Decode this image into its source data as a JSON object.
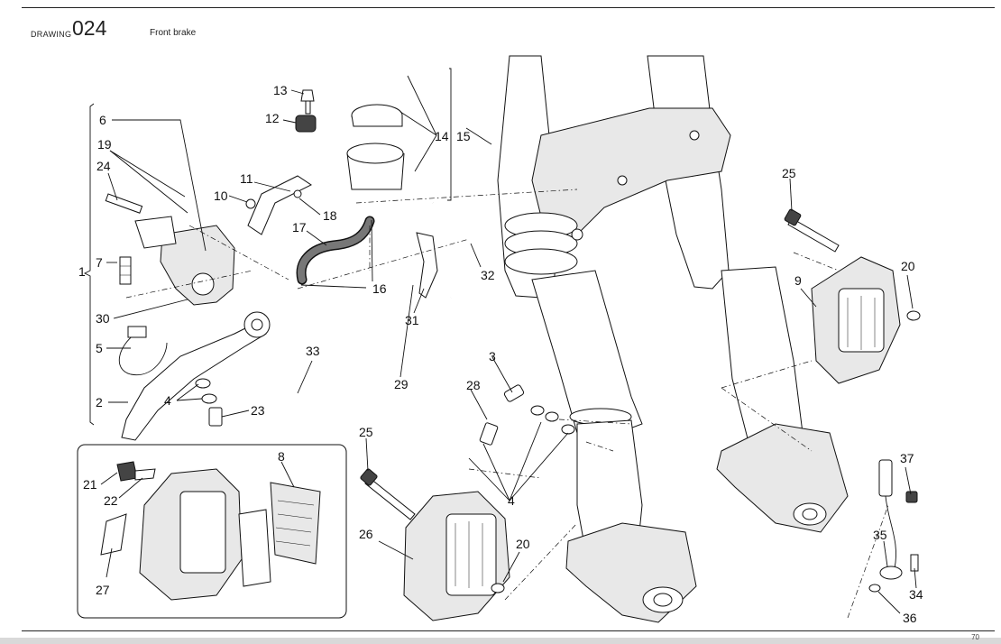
{
  "header": {
    "drawing_label": "DRAWING",
    "drawing_number": "024",
    "title": "Front brake"
  },
  "footer": {
    "page_number": "70"
  },
  "callouts": {
    "c1": "1",
    "c2": "2",
    "c3": "3",
    "c4a": "4",
    "c4b": "4",
    "c5": "5",
    "c6": "6",
    "c7": "7",
    "c8": "8",
    "c9": "9",
    "c10": "10",
    "c11": "11",
    "c12": "12",
    "c13": "13",
    "c14": "14",
    "c15": "15",
    "c16": "16",
    "c17": "17",
    "c18": "18",
    "c19": "19",
    "c20a": "20",
    "c20b": "20",
    "c21": "21",
    "c22": "22",
    "c23": "23",
    "c24": "24",
    "c25a": "25",
    "c25b": "25",
    "c26": "26",
    "c27": "27",
    "c28": "28",
    "c29": "29",
    "c30": "30",
    "c31": "31",
    "c32": "32",
    "c33": "33",
    "c34": "34",
    "c35": "35",
    "c36": "36",
    "c37": "37"
  }
}
